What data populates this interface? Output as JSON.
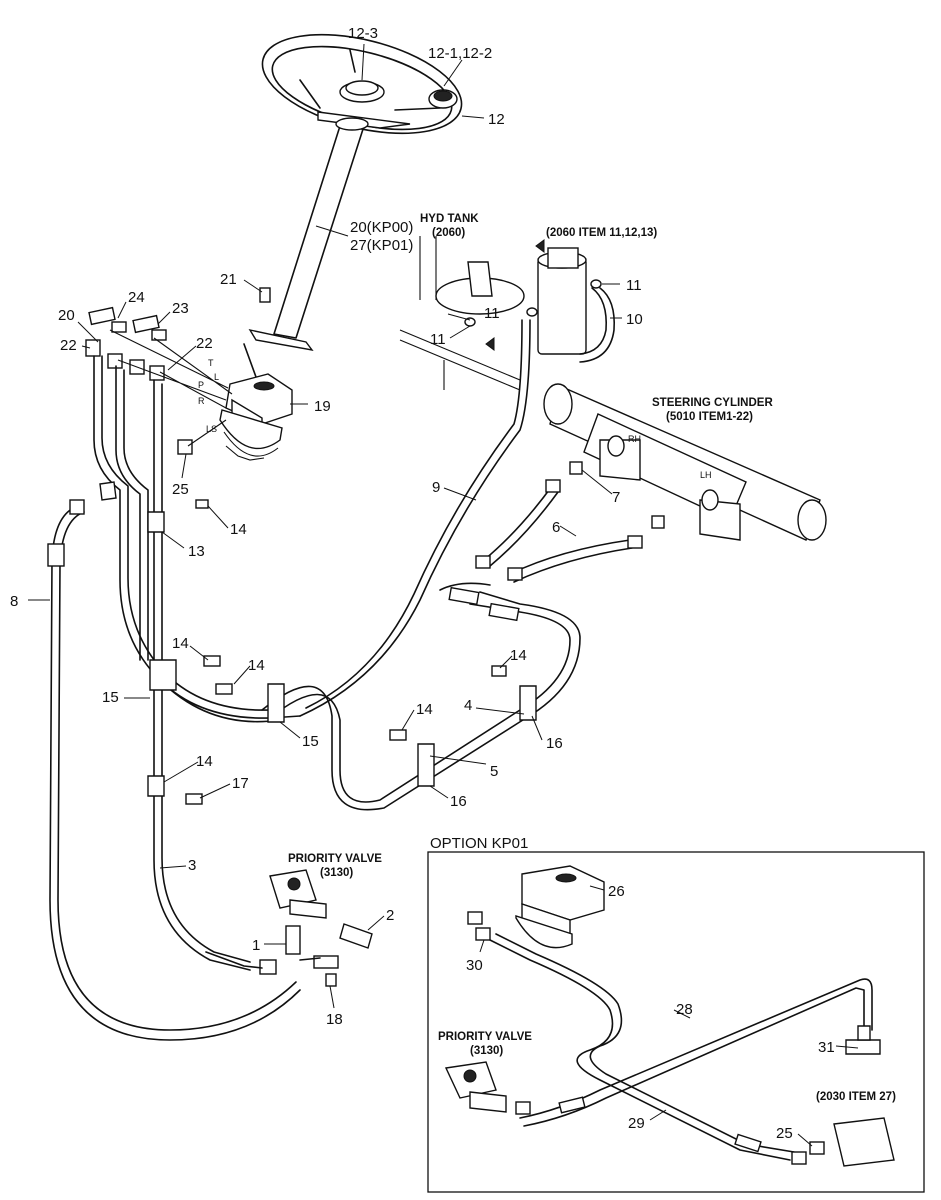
{
  "callouts": {
    "c12_3": "12-3",
    "c12_1": "12-1,12-2",
    "c12": "12",
    "c20": "20(KP00)",
    "c27": "27(KP01)",
    "c21": "21",
    "c24": "24",
    "c23": "23",
    "c20b": "20",
    "c22a": "22",
    "c22b": "22",
    "c19": "19",
    "c25": "25",
    "c13": "13",
    "c14a": "14",
    "c14b": "14",
    "c14c": "14",
    "c14d": "14",
    "c14e": "14",
    "c14f": "14",
    "c15a": "15",
    "c15b": "15",
    "c16a": "16",
    "c16b": "16",
    "c17": "17",
    "c8": "8",
    "c9": "9",
    "c6": "6",
    "c7": "7",
    "c4": "4",
    "c5": "5",
    "c3": "3",
    "c1": "1",
    "c2": "2",
    "c18": "18",
    "c11a": "11",
    "c11b": "11",
    "c11c": "11",
    "c10": "10",
    "c26": "26",
    "c30": "30",
    "c28": "28",
    "c31": "31",
    "c29": "29",
    "c25b": "25"
  },
  "notes": {
    "hyd_tank_1": "HYD TANK",
    "hyd_tank_2": "(2060)",
    "tank_item": "(2060 ITEM 11,12,13)",
    "steer_cyl_1": "STEERING CYLINDER",
    "steer_cyl_2": "(5010 ITEM1-22)",
    "prio_1": "PRIORITY VALVE",
    "prio_2": "(3130)",
    "prio_opt_1": "PRIORITY VALVE",
    "prio_opt_2": "(3130)",
    "item2030": "(2030 ITEM 27)",
    "option_title": "OPTION KP01"
  },
  "port_labels": {
    "T": "T",
    "L": "L",
    "P": "P",
    "R": "R",
    "LS": "LS",
    "RH": "RH",
    "LH": "LH"
  }
}
